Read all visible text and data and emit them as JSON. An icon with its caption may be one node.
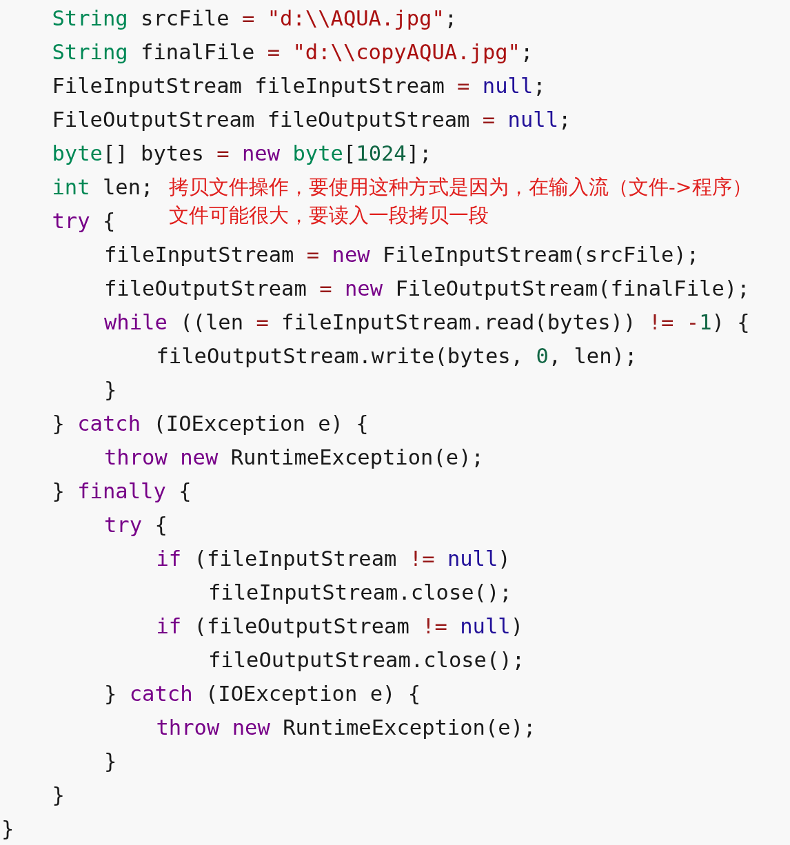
{
  "diagram": {
    "labels": [
      "String srcFile = \"d:\\\\AQUA.jpg\";",
      "String finalFile = \"d:\\\\copyAQUA.jpg\";",
      "FileInputStream fileInputStream = null;",
      "FileOutputStream fileOutputStream = null;",
      "byte[] bytes = new byte[1024];",
      "int len;",
      "拷贝文件操作，要使用这种方式是因为，在输入流（文件->程序）文件可能很大，要读入一段拷贝一段",
      "try {",
      "fileInputStream = new FileInputStream(srcFile);",
      "fileOutputStream = new FileOutputStream(finalFile);",
      "while ((len = fileInputStream.read(bytes)) != -1) {",
      "fileOutputStream.write(bytes, 0, len);",
      "}",
      "} catch (IOException e) {",
      "throw new RuntimeException(e);",
      "} finally {",
      "try {",
      "if (fileInputStream != null)",
      "fileInputStream.close();",
      "if (fileOutputStream != null)",
      "fileOutputStream.close();",
      "} catch (IOException e) {",
      "throw new RuntimeException(e);",
      "}",
      "}",
      "}"
    ]
  }
}
